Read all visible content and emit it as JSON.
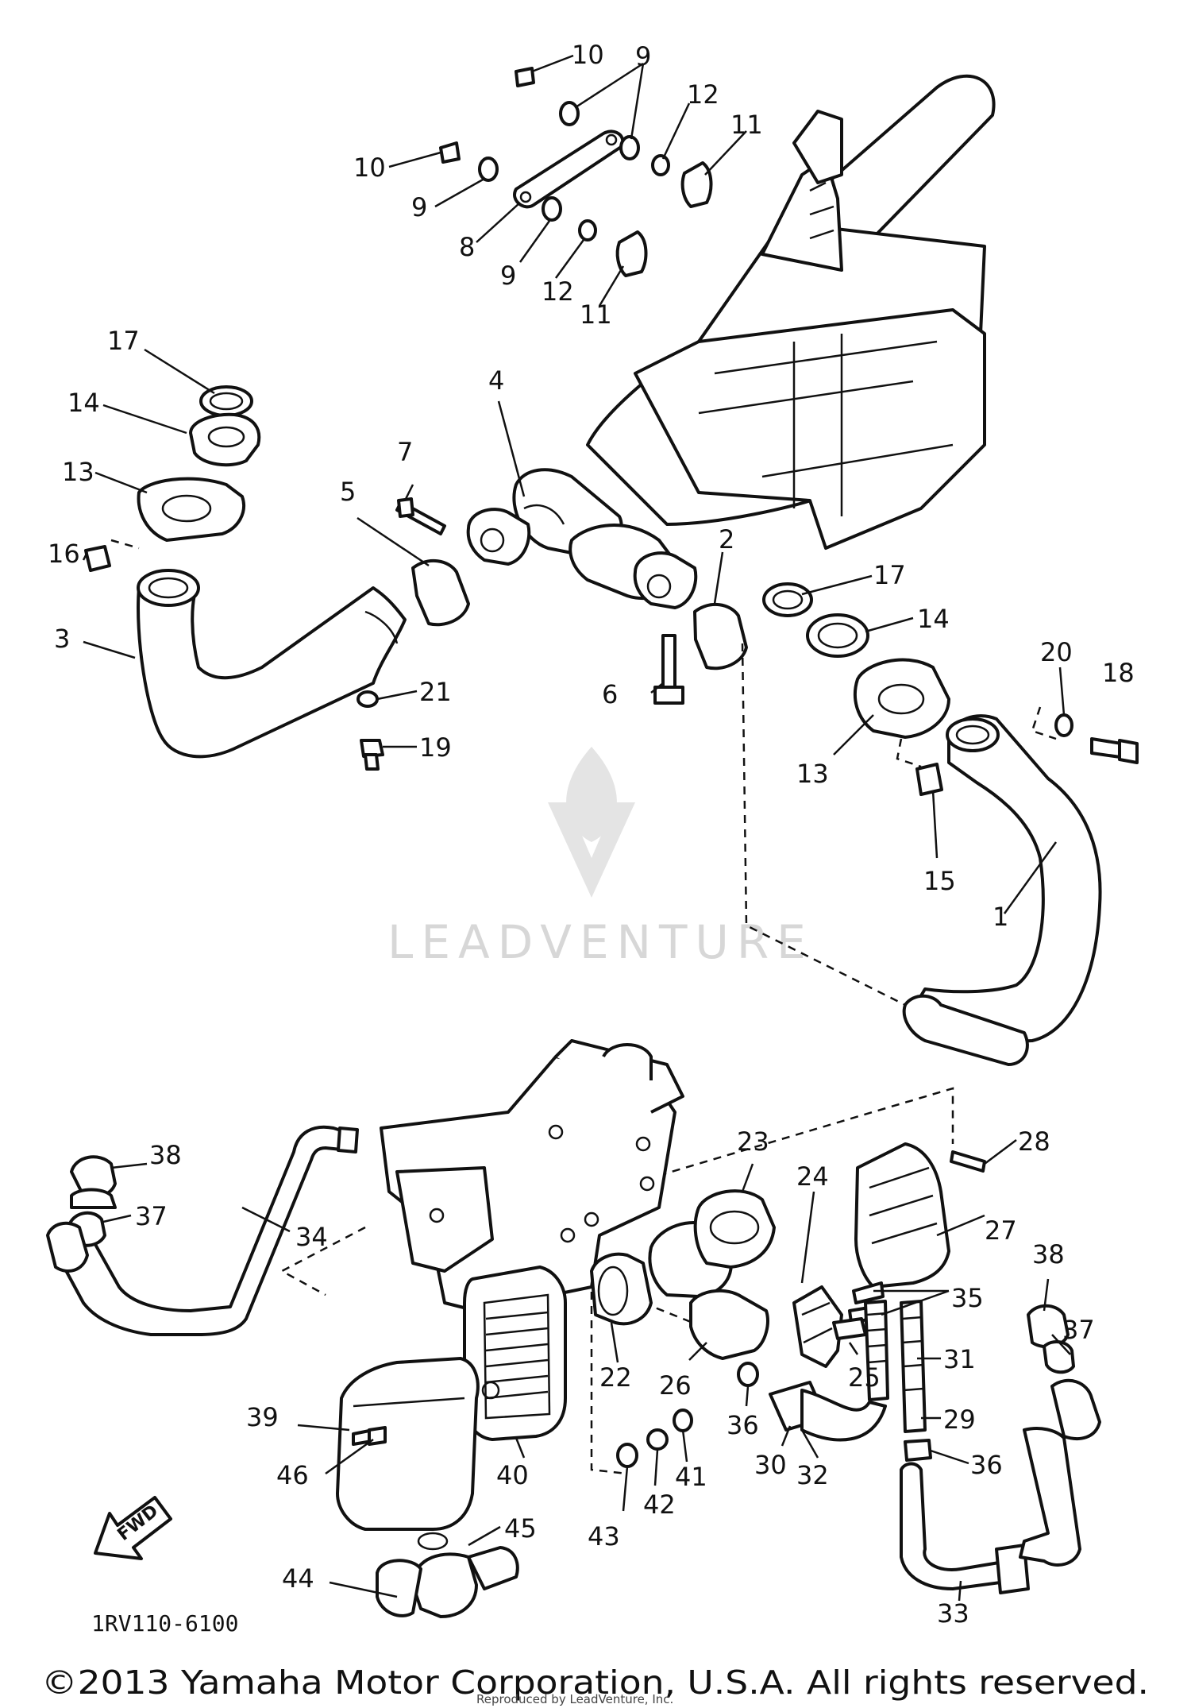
{
  "diagram": {
    "part_code": "1RV110-6100",
    "copyright": "©2013 Yamaha Motor Corporation, U.S.A. All rights reserved.",
    "reproduced_note": "Reproduced by LeadVenture, Inc.",
    "watermark": "LEADVENTURE",
    "direction_label": "FWD",
    "callouts": {
      "c10a": "10",
      "c9a": "9",
      "c12a": "12",
      "c11a": "11",
      "c10b": "10",
      "c9b": "9",
      "c8": "8",
      "c9c": "9",
      "c12b": "12",
      "c11b": "11",
      "c17a": "17",
      "c14a": "14",
      "c13a": "13",
      "c16": "16",
      "c3": "3",
      "c7": "7",
      "c5": "5",
      "c4": "4",
      "c2": "2",
      "c17b": "17",
      "c14b": "14",
      "c6": "6",
      "c21": "21",
      "c19": "19",
      "c20": "20",
      "c18": "18",
      "c13b": "13",
      "c15": "15",
      "c1": "1",
      "c38a": "38",
      "c37a": "37",
      "c34": "34",
      "c23": "23",
      "c24": "24",
      "c28": "28",
      "c27": "27",
      "c35": "35",
      "c38b": "38",
      "c37b": "37",
      "c22": "22",
      "c25": "25",
      "c26": "26",
      "c31": "31",
      "c29": "29",
      "c36a": "36",
      "c36b": "36",
      "c30": "30",
      "c32": "32",
      "c39": "39",
      "c46": "46",
      "c40": "40",
      "c41": "41",
      "c42": "42",
      "c43": "43",
      "c45": "45",
      "c44": "44",
      "c33": "33"
    }
  }
}
